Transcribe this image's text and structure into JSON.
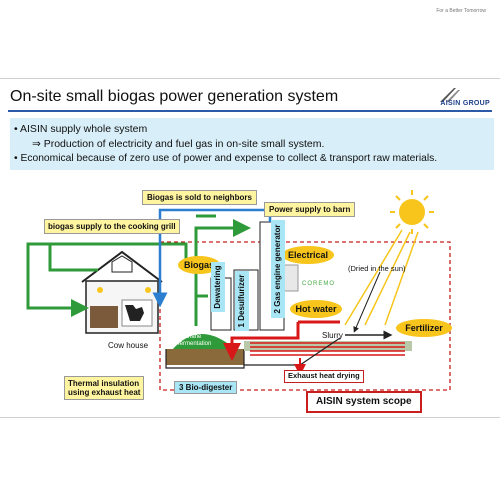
{
  "header": {
    "corner_text": "For a Better Tomorrow",
    "title": "On-site small biogas power generation system",
    "brand": "AISIN GROUP"
  },
  "bullets": {
    "line1": "• AISIN supply whole system",
    "line2": "⇒ Production of electricity and fuel gas in on-site small system.",
    "line3": "• Economical because of zero use of power and expense to collect & transport raw materials."
  },
  "diagram": {
    "biogas_sold": "Biogas is sold to neighbors",
    "cooking_grill": "biogas supply to the cooking grill",
    "power_barn": "Power supply to barn",
    "biogas": "Biogas",
    "electrical": "Electrical",
    "coremo": "COREMO",
    "dried": "(Dried in the sun)",
    "dewatering": "Dewatering",
    "desulfurizer": "1 Desulfurizer",
    "gas_engine": "2 Gas engine generator",
    "hot_water": "Hot water",
    "fertilizer": "Fertilizer",
    "slurry": "Slurry",
    "cow_house": "Cow house",
    "methane1": "Methane",
    "methane2": "fermentation",
    "exhaust_drying": "Exhaust heat drying",
    "thermal1": "Thermal insulation",
    "thermal2": "using exhaust heat",
    "bio_digester": "3 Bio-digester",
    "scope": "AISIN system scope"
  },
  "colors": {
    "accent_blue": "#2d5aa8",
    "bullet_bg": "#d8eef8",
    "label_yellow": "#fff4a0",
    "bubble_yellow": "#f7c51c",
    "label_cyan": "#a8e6f5",
    "flow_green": "#2f9a3a",
    "flow_red": "#d81818",
    "flow_blue": "#2c7fd0",
    "scope_red": "#c81e1e"
  }
}
